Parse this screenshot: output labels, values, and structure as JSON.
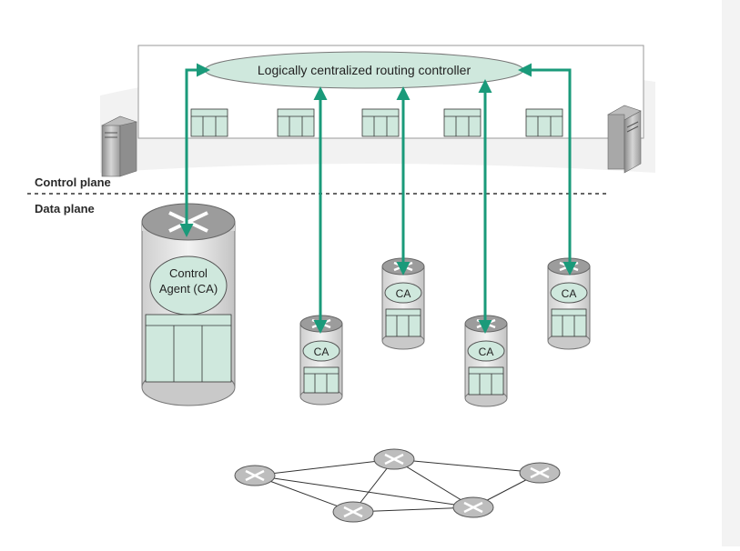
{
  "diagram": {
    "controller_label": "Logically centralized routing controller",
    "control_plane_label": "Control plane",
    "data_plane_label": "Data plane",
    "big_agent_label_line1": "Control",
    "big_agent_label_line2": "Agent (CA)",
    "ca_label": "CA"
  },
  "colors": {
    "arrow": "#1a9a7a",
    "ellipse_fill": "#cfe8dd",
    "table_fill": "#cfe8dd",
    "router_body": "#e6e6e6",
    "router_top": "#9c9c9c"
  },
  "icons": [
    "server-icon",
    "router-icon",
    "flow-table-icon",
    "network-graph-icon"
  ]
}
